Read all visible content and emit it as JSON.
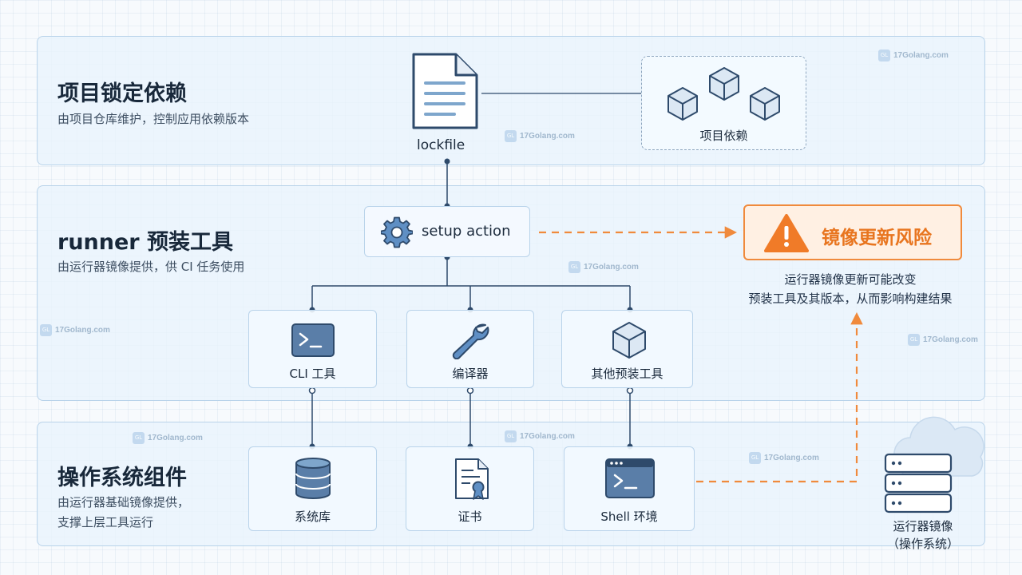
{
  "layers": [
    {
      "title": "项目锁定依赖",
      "desc": [
        "由项目仓库维护，控制应用依赖版本"
      ]
    },
    {
      "title": "runner 预装工具",
      "desc": [
        "由运行器镜像提供，供 CI 任务使用"
      ]
    },
    {
      "title": "操作系统组件",
      "desc": [
        "由运行器基础镜像提供，",
        "支撑上层工具运行"
      ]
    }
  ],
  "lockfile": {
    "label": "lockfile",
    "icon": "document-icon"
  },
  "deps": {
    "label": "项目依赖",
    "icon": "cube-icon"
  },
  "setup": {
    "label": "setup action",
    "icon": "gear-icon"
  },
  "tools": [
    {
      "label": "CLI 工具",
      "icon": "terminal-icon"
    },
    {
      "label": "编译器",
      "icon": "wrench-icon"
    },
    {
      "label": "其他预装工具",
      "icon": "cube-icon"
    }
  ],
  "os": [
    {
      "label": "系统库",
      "icon": "database-icon"
    },
    {
      "label": "证书",
      "icon": "certificate-icon"
    },
    {
      "label": "Shell 环境",
      "icon": "terminal-icon"
    }
  ],
  "risk": {
    "title": "镜像更新风险",
    "icon": "warning-icon",
    "desc": [
      "运行器镜像更新可能改变",
      "预装工具及其版本，从而影响构建结果"
    ]
  },
  "server": {
    "label": [
      "运行器镜像",
      "（操作系统）"
    ],
    "icon": "server-cloud-icon"
  },
  "watermark": {
    "text": "17Golang.com",
    "logo": "GL"
  },
  "colors": {
    "accent_orange": "#f08a3c",
    "risk_red": "#e8751f",
    "line_blue": "#2e4a6b",
    "layer_border": "#b9d3ea"
  }
}
